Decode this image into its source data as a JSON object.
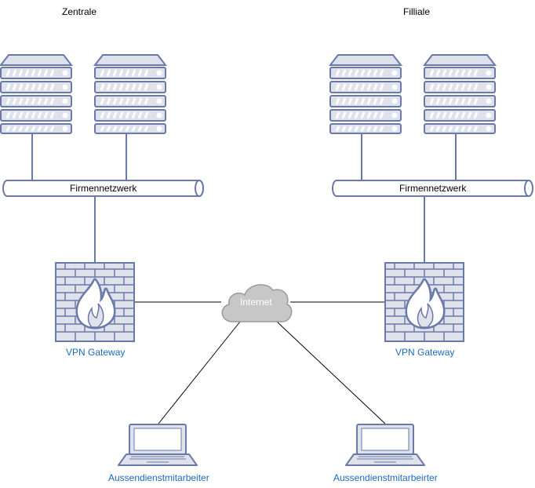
{
  "sites": [
    {
      "title": "Zentrale",
      "network_label": "Firmennetzwerk",
      "gateway_label": "VPN Gateway",
      "server_count": 2
    },
    {
      "title": "Filliale",
      "network_label": "Firmennetzwerk",
      "gateway_label": "VPN Gateway",
      "server_count": 2
    }
  ],
  "cloud": {
    "label": "Internet"
  },
  "laptops": [
    {
      "label": "Aussendienstmitarbeiter"
    },
    {
      "label": "Aussendienstmitarbeirter"
    }
  ],
  "colors": {
    "device_fill": "#dfe2ea",
    "device_stroke": "#6a7aa8",
    "cloud_fill": "#c7c7c7",
    "cloud_stroke": "#9a9a9a",
    "flame_fill": "#ffffff",
    "label_blue": "#1a6bbd",
    "line": "#000000"
  },
  "icons": [
    "server-rack-icon",
    "firewall-icon",
    "cloud-icon",
    "laptop-icon",
    "pipe-icon"
  ]
}
